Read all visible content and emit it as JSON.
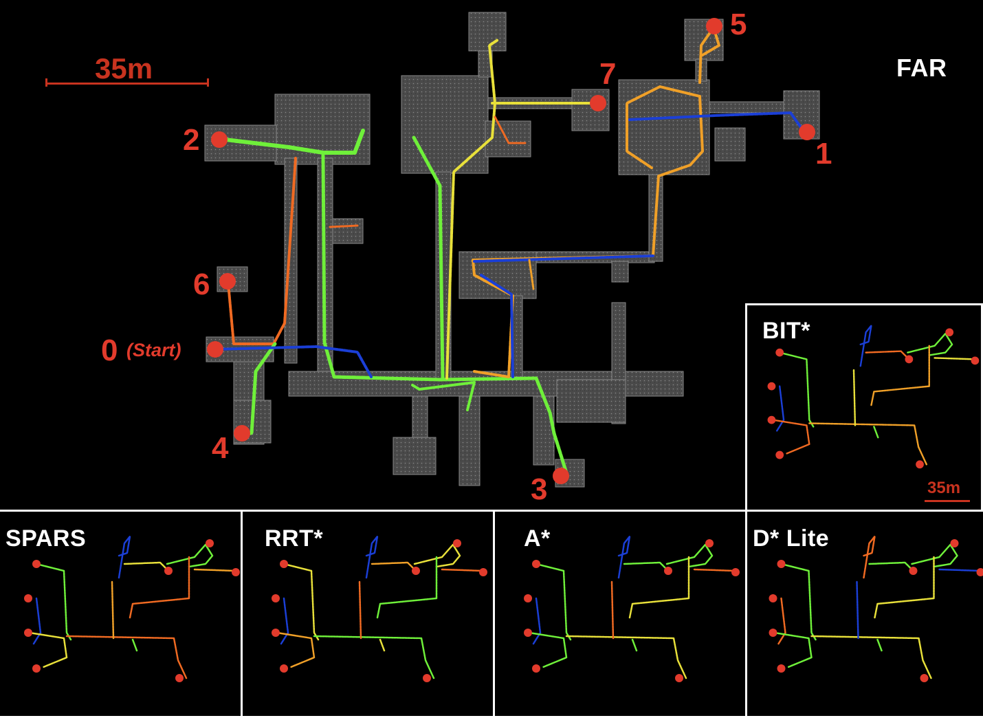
{
  "main": {
    "method": "FAR",
    "scale_label": "35m",
    "waypoints": [
      "0",
      "1",
      "2",
      "3",
      "4",
      "5",
      "6",
      "7"
    ],
    "start_label": "(Start)"
  },
  "insets": [
    {
      "id": "bit",
      "method": "BIT*",
      "scale_label": "35m"
    },
    {
      "id": "spars",
      "method": "SPARS"
    },
    {
      "id": "rrt",
      "method": "RRT*"
    },
    {
      "id": "astar",
      "method": "A*"
    },
    {
      "id": "dstar",
      "method": "D* Lite"
    }
  ],
  "colors": {
    "waypoint": "#e23b2c",
    "corridor": "#5a5a5a",
    "green": "#6ff03a",
    "orange": "#f06a22",
    "yellow": "#e8e03a",
    "blue": "#1b3fd6",
    "amber": "#f0a028"
  }
}
